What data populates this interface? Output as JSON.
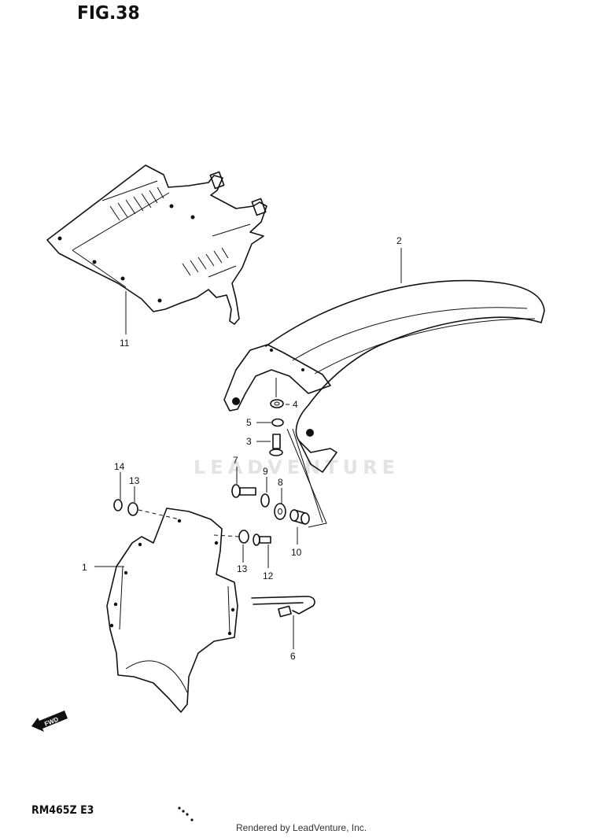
{
  "figure": {
    "title": "FIG.38"
  },
  "watermark": {
    "text": "LEADVENTURE"
  },
  "footer": {
    "model_code": "RM465Z  E3",
    "rendered_by": "Rendered by LeadVenture, Inc."
  },
  "direction_arrow": {
    "label": "FWD"
  },
  "callouts": [
    "2",
    "11",
    "4",
    "5",
    "3",
    "14",
    "13",
    "7",
    "9",
    "8",
    "10",
    "1",
    "13",
    "12",
    "6"
  ]
}
